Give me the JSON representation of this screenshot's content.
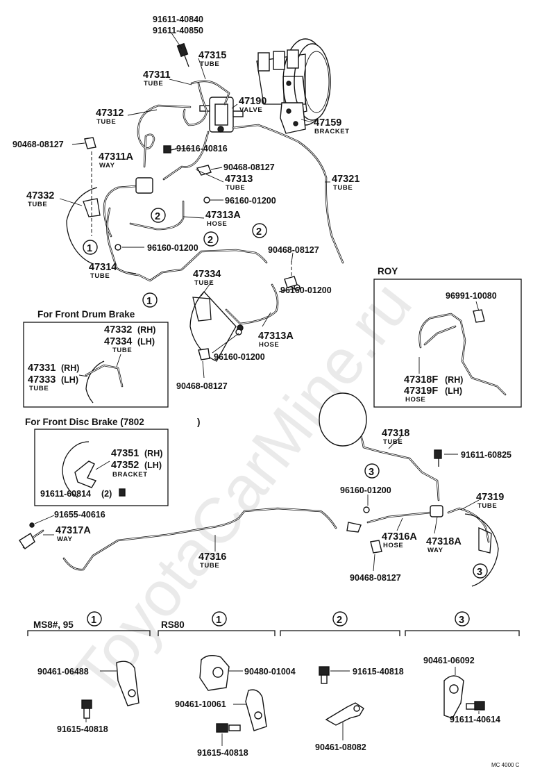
{
  "watermark": "ToyotaCarMine.ru",
  "figure_code": "MC 4000 C",
  "callouts": {
    "c1": "1",
    "c2": "2",
    "c3": "3"
  },
  "parts": {
    "p91611_40840": "91611-40840",
    "p91611_40850": "91611-40850",
    "p47315": "47315",
    "p47311": "47311",
    "p47190": "47190",
    "p47312": "47312",
    "p47159": "47159",
    "p90468_08127_a": "90468-08127",
    "p47311A": "47311A",
    "p91616_40816": "91616-40816",
    "p90468_08127_b": "90468-08127",
    "p47313": "47313",
    "p47321": "47321",
    "p47332": "47332",
    "p96160_01200_a": "96160-01200",
    "p47313A_top": "47313A",
    "p96160_01200_b": "96160-01200",
    "p90468_08127_c": "90468-08127",
    "p47314": "47314",
    "p47334": "47334",
    "p96160_01200_c": "96160-01200",
    "p47313A_bot": "47313A",
    "p96160_01200_d": "96160-01200",
    "p90468_08127_d": "90468-08127",
    "p96991_10080": "96991-10080",
    "p47318F": "47318F",
    "p47319F": "47319F",
    "p47318": "47318",
    "p91611_60825": "91611-60825",
    "p96160_01200_e": "96160-01200",
    "p47319": "47319",
    "p91655_40616": "91655-40616",
    "p47317A": "47317A",
    "p47316": "47316",
    "p47316A": "47316A",
    "p47318A": "47318A",
    "p90468_08127_e": "90468-08127"
  },
  "subs": {
    "tube": "TUBE",
    "valve": "VALVE",
    "bracket": "BRACKET",
    "way": "WAY",
    "hose": "HOSE"
  },
  "roy": {
    "title": "ROY",
    "rh": "(RH)",
    "lh": "(LH)"
  },
  "drum_box": {
    "title": "For Front Drum Brake",
    "p47332": "47332",
    "rh": "(RH)",
    "p47334": "47334",
    "lh": "(LH)",
    "tube": "TUBE",
    "p47331": "47331",
    "p47333": "47333"
  },
  "disc_box": {
    "title": "For Front Disc Brake (7802",
    "close": ")",
    "p47351": "47351",
    "rh": "(RH)",
    "p47352": "47352",
    "lh": "(LH)",
    "bracket": "BRACKET",
    "p91611_60814": "91611-60814",
    "qty": "(2)"
  },
  "legend": {
    "ms8_title": "MS8#, 95",
    "rs80_title": "RS80",
    "p90461_06488": "90461-06488",
    "p91615_40818_a": "91615-40818",
    "p90480_01004": "90480-01004",
    "p90461_10061": "90461-10061",
    "p91615_40818_b": "91615-40818",
    "p91615_40818_c": "91615-40818",
    "p90461_08082": "90461-08082",
    "p90461_06092": "90461-06092",
    "p91611_40614": "91611-40614"
  }
}
